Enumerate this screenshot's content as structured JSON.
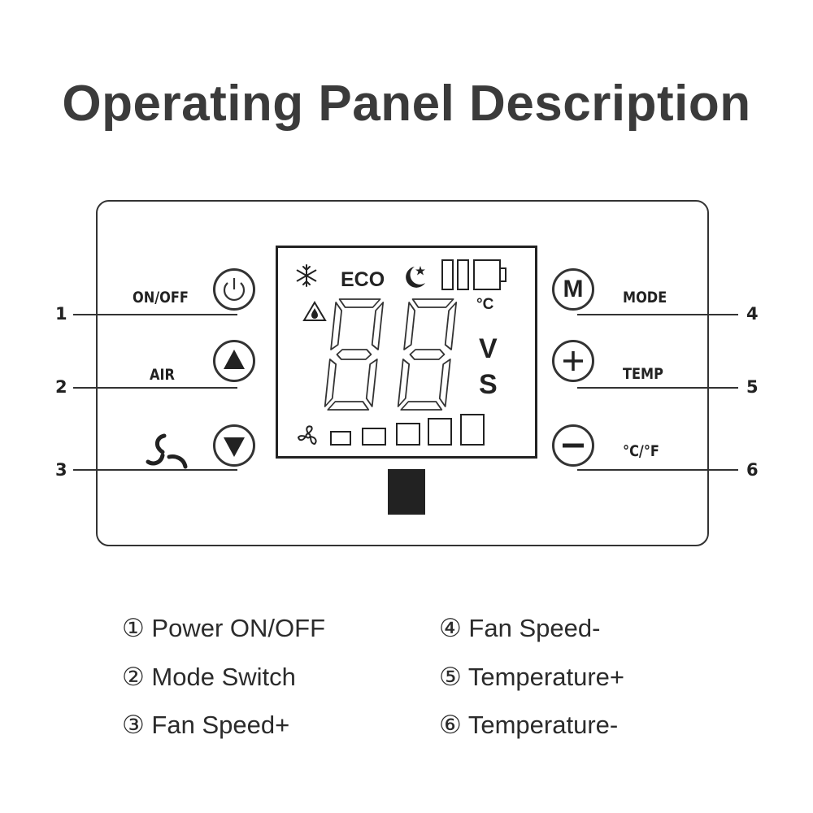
{
  "title": "Operating Panel Description",
  "display": {
    "eco_label": "ECO",
    "degree_label": "°C",
    "unit_v": "V",
    "unit_s": "S"
  },
  "buttons": {
    "left": [
      {
        "label": "ON/OFF",
        "callout": "1"
      },
      {
        "label": "AIR",
        "callout": "2"
      },
      {
        "label": "",
        "callout": "3"
      }
    ],
    "right": [
      {
        "label": "MODE",
        "callout": "4",
        "symbol": "M"
      },
      {
        "label": "TEMP",
        "callout": "5"
      },
      {
        "label": "°C/°F",
        "callout": "6"
      }
    ]
  },
  "legend": [
    {
      "marker": "①",
      "text": "Power ON/OFF"
    },
    {
      "marker": "②",
      "text": "Mode Switch"
    },
    {
      "marker": "③",
      "text": "Fan Speed+"
    },
    {
      "marker": "④",
      "text": "Fan Speed-"
    },
    {
      "marker": "⑤",
      "text": "Temperature+"
    },
    {
      "marker": "⑥",
      "text": "Temperature-"
    }
  ],
  "icons": [
    "power-icon",
    "up-arrow-icon",
    "down-arrow-icon",
    "fan-icon",
    "mode-icon",
    "plus-icon",
    "minus-icon",
    "snowflake-icon",
    "moon-star-icon",
    "water-drop-warning-icon",
    "tank-level-icon",
    "fan-small-icon"
  ],
  "colors": {
    "stroke": "#333333",
    "text": "#2b2b2b",
    "fill": "#222222"
  }
}
